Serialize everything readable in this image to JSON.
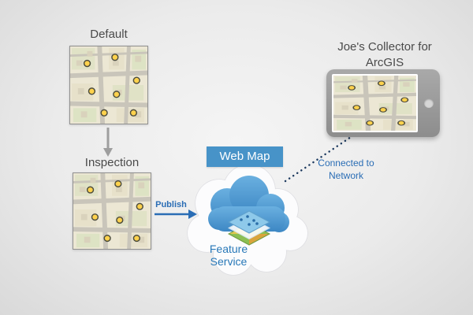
{
  "diagram": {
    "default_label": "Default",
    "inspection_label": "Inspection",
    "publish_label": "Publish",
    "web_map_label": "Web Map",
    "feature_service_label": "Feature Service",
    "device_label": "Joe's Collector for ArcGIS",
    "connected_label": "Connected to Network"
  },
  "colors": {
    "accent_blue": "#2a6db5",
    "banner_blue": "#4793c8",
    "cloud_blue": "#4f9fd6",
    "label_gray": "#4a4a4a",
    "map_point_yellow": "#ffd24d",
    "background": "#e9e9e9"
  },
  "icons": {
    "cloud": "cloud-icon",
    "feature_layers": "feature-layers-icon",
    "map_thumbnail": "map-thumbnail-icon",
    "tablet": "tablet-icon",
    "arrow_down": "arrow-down-icon",
    "arrow_publish": "arrow-right-icon",
    "dotted_link": "dotted-connection-line"
  }
}
